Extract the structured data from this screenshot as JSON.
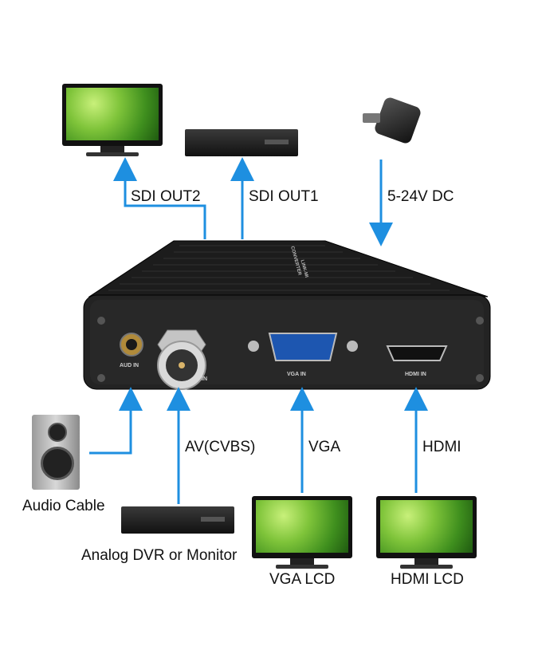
{
  "labels": {
    "sdi_out2": "SDI OUT2",
    "sdi_out1": "SDI OUT1",
    "dc_power": "5-24V DC",
    "av_cvbs": "AV(CVBS)",
    "vga": "VGA",
    "hdmi": "HDMI",
    "audio_cable": "Audio Cable",
    "analog_dvr": "Analog DVR or Monitor",
    "vga_lcd": "VGA LCD",
    "hdmi_lcd": "HDMI LCD"
  },
  "device_panel": {
    "aud_in": "AUD IN",
    "av_in": "IN",
    "vga_in": "VGA IN",
    "hdmi_in": "HDMI IN",
    "top_brand": "CONVERTER",
    "top_model": "LINK-MI"
  },
  "colors": {
    "arrow": "#1e8fe0",
    "device_body": "#232323",
    "text": "#111111"
  }
}
